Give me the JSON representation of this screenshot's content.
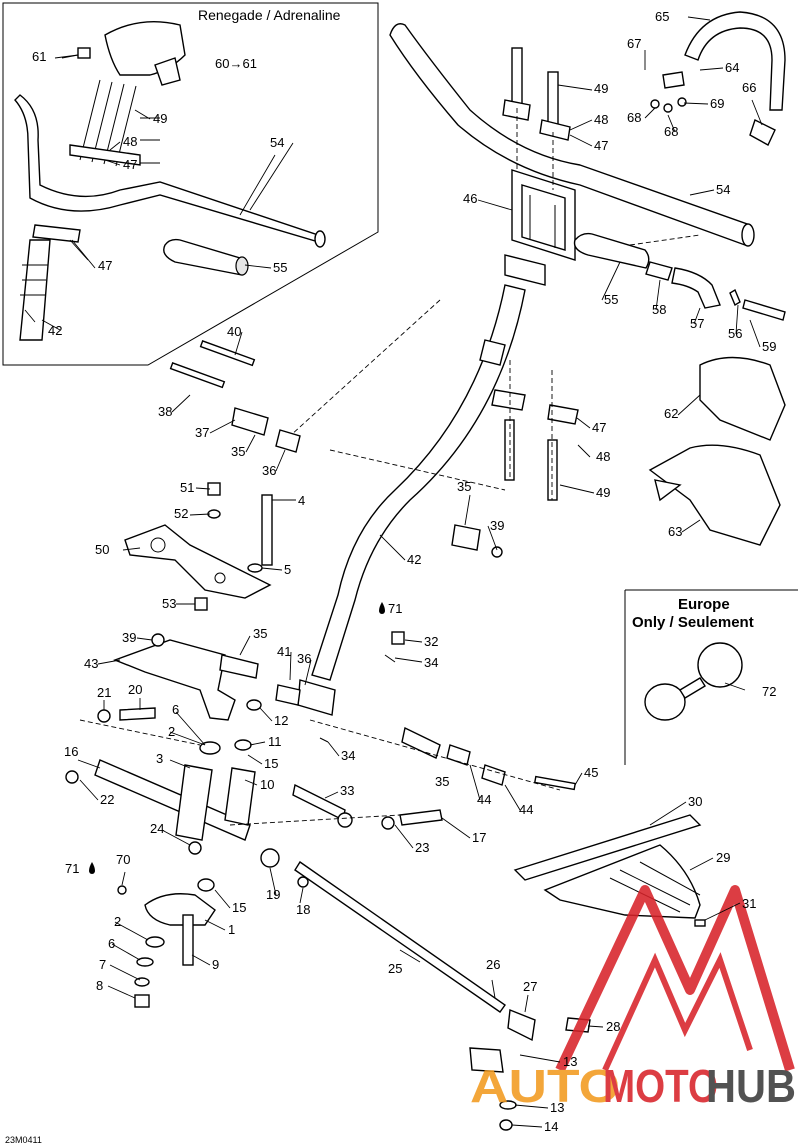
{
  "diagram": {
    "inset_title": "Renegade / Adrenaline",
    "inset_note": "60→61",
    "europe_box": {
      "line1": "Europe",
      "line2": "Only / Seulement"
    },
    "drawing_code": "23M0411",
    "watermark": {
      "part1": "AUTO",
      "part2": "MOTO",
      "part3": "HUB"
    },
    "colors": {
      "ink": "#000000",
      "watermark_red": "#d8232a",
      "watermark_dark": "#3b3b3b",
      "watermark_orange": "#f29a1f"
    },
    "icons": {
      "oil_drop": "drop-icon"
    },
    "callouts": [
      "1",
      "2",
      "3",
      "4",
      "5",
      "6",
      "7",
      "8",
      "9",
      "10",
      "11",
      "12",
      "13",
      "14",
      "15",
      "16",
      "17",
      "18",
      "19",
      "20",
      "21",
      "22",
      "23",
      "24",
      "25",
      "26",
      "27",
      "28",
      "29",
      "30",
      "31",
      "32",
      "33",
      "34",
      "35",
      "36",
      "37",
      "38",
      "39",
      "40",
      "41",
      "42",
      "43",
      "44",
      "45",
      "46",
      "47",
      "48",
      "49",
      "50",
      "51",
      "52",
      "53",
      "54",
      "55",
      "56",
      "57",
      "58",
      "59",
      "60",
      "61",
      "62",
      "63",
      "64",
      "65",
      "66",
      "67",
      "68",
      "69",
      "70",
      "71",
      "72"
    ]
  }
}
